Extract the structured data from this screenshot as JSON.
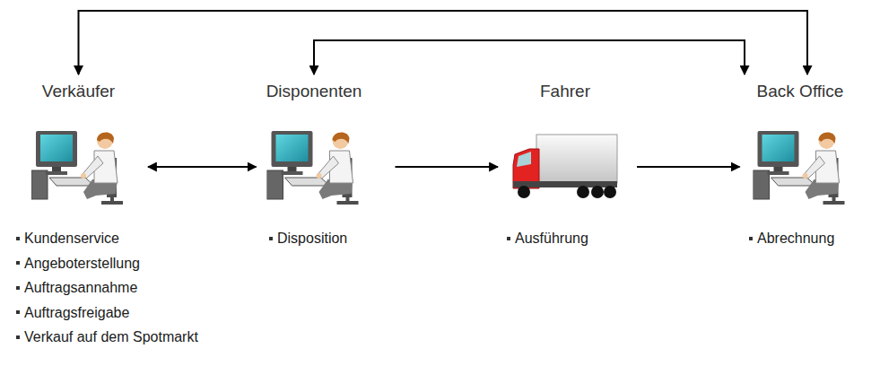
{
  "diagram": {
    "nodes": [
      {
        "text": [
          "Verkäufer",
          "Kundenservice",
          "Angeboterstellung",
          "Auftragsannahme",
          "Auftragsfreigabe",
          "Verkauf auf dem Spotmarkt"
        ]
      },
      {
        "text": [
          "Disponenten",
          "Disposition"
        ]
      },
      {
        "text": [
          "Fahrer",
          "Ausführung"
        ]
      },
      {
        "text": [
          "Back Office",
          "Abrechnung"
        ]
      }
    ],
    "edges": [
      {
        "from": 0,
        "to": 1,
        "arrow": "both"
      },
      {
        "from": 1,
        "to": 2,
        "arrow": "to"
      },
      {
        "from": 2,
        "to": 3,
        "arrow": "to"
      },
      {
        "from": 3,
        "to": 0,
        "arrow": "both"
      },
      {
        "from": 3,
        "to": 1,
        "arrow": "both"
      }
    ]
  }
}
